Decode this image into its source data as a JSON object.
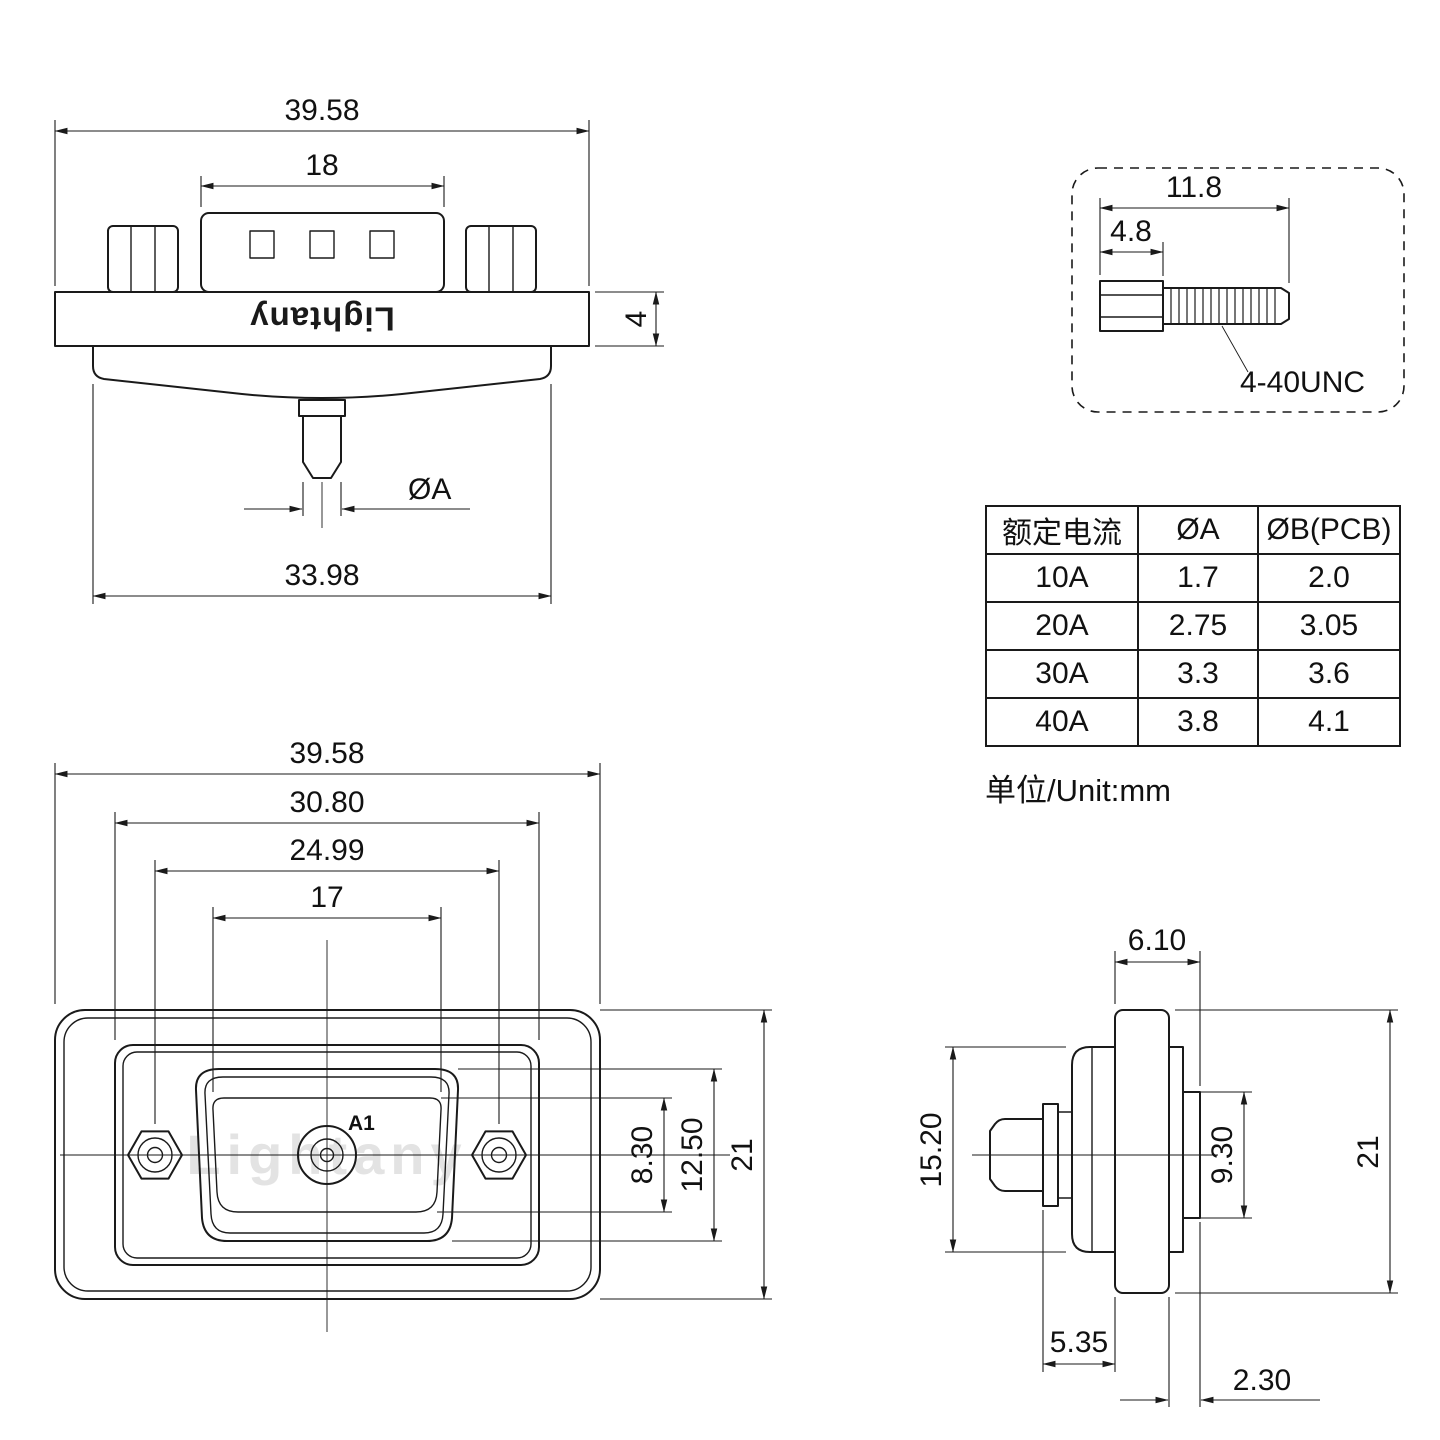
{
  "brand": "Lightany",
  "unit_note": "单位/Unit:mm",
  "top_view": {
    "overall_width": "39.58",
    "insert_width": "18",
    "flange_thickness": "4",
    "body_width": "33.98",
    "pin_dia": "ØA"
  },
  "screw_detail": {
    "total_length": "11.8",
    "head_length": "4.8",
    "thread": "4-40UNC"
  },
  "front_view": {
    "overall_width": "39.58",
    "boss_width": "30.80",
    "mount_spacing": "24.99",
    "insert_width": "17",
    "insert_height": "8.30",
    "shell_height": "12.50",
    "overall_height": "21",
    "pin_label": "A1"
  },
  "side_view": {
    "rear_depth": "6.10",
    "front_height": "15.20",
    "boss_height": "9.30",
    "overall_height": "21",
    "front_depth": "5.35",
    "rear_boss_depth": "2.30"
  },
  "table": {
    "headers": [
      "额定电流",
      "ØA",
      "ØB(PCB)"
    ],
    "rows": [
      [
        "10A",
        "1.7",
        "2.0"
      ],
      [
        "20A",
        "2.75",
        "3.05"
      ],
      [
        "30A",
        "3.3",
        "3.6"
      ],
      [
        "40A",
        "3.8",
        "4.1"
      ]
    ]
  }
}
